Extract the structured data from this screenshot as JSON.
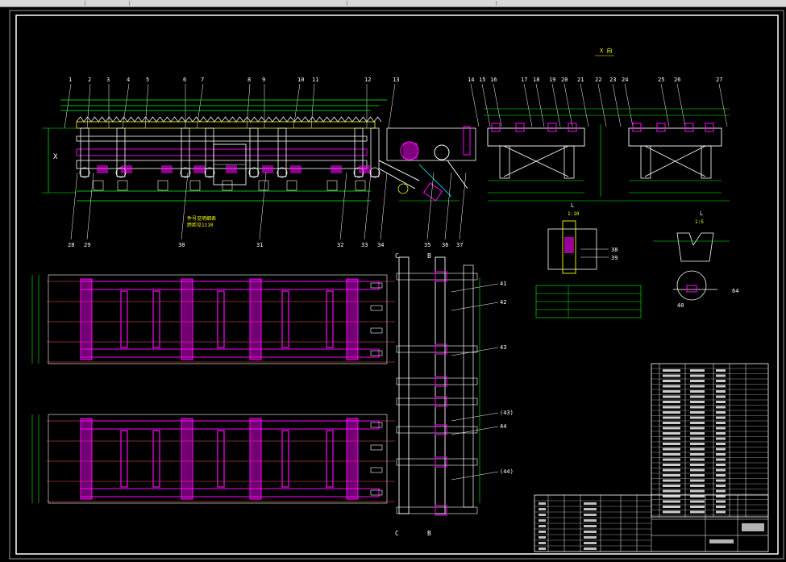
{
  "window": {
    "title": ""
  },
  "drawing": {
    "view_x_title": "X 向",
    "section_l_label": "L",
    "section_l_scale": "1:10",
    "section_m_label": "L",
    "section_m_scale": "1:5",
    "view_c_label": "C",
    "view_b_label": "B",
    "part_numbers_top": [
      "1",
      "2",
      "3",
      "4",
      "5",
      "6",
      "7",
      "8",
      "9",
      "10",
      "11",
      "12",
      "13"
    ],
    "part_numbers_right_top": [
      "14",
      "15",
      "16",
      "17",
      "18",
      "19",
      "20",
      "21",
      "22",
      "23",
      "24",
      "25",
      "26",
      "27"
    ],
    "part_numbers_bottom": [
      "28",
      "29",
      "30",
      "31",
      "32",
      "33",
      "34",
      "35",
      "36",
      "37"
    ],
    "part_numbers_plan": [
      "41",
      "42",
      "43",
      "(43)",
      "44",
      "(44)"
    ],
    "part_numbers_detail": [
      "38",
      "39",
      "40",
      "64"
    ],
    "section_x_label": "X",
    "note_lines": [
      "件号见明细表",
      "跨距见1110"
    ]
  },
  "colors": {
    "background": "#000000",
    "line_white": "#ffffff",
    "line_magenta": "#ff00ff",
    "line_green": "#00ff00",
    "line_cyan": "#00ffff",
    "line_yellow": "#ffff00",
    "line_red": "#ff2020",
    "line_blue": "#3050ff"
  }
}
